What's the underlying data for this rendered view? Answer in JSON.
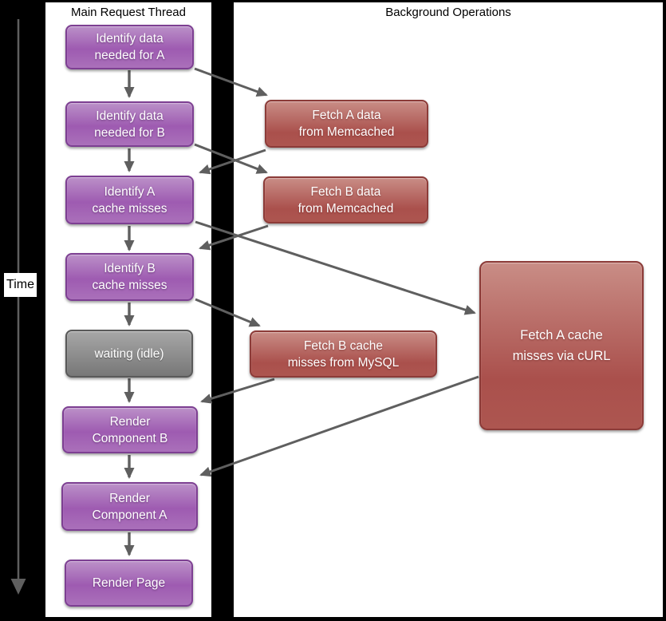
{
  "columns": {
    "left_title": "Main Request Thread",
    "right_title": "Background Operations"
  },
  "time_axis": {
    "label": "Time",
    "direction": "down"
  },
  "nodes": {
    "main": [
      {
        "id": "identify-data-a",
        "label": "Identify data\nneeded for A",
        "type": "task"
      },
      {
        "id": "identify-data-b",
        "label": "Identify data\nneeded for B",
        "type": "task"
      },
      {
        "id": "identify-a-cache-misses",
        "label": "Identify A\ncache misses",
        "type": "task"
      },
      {
        "id": "identify-b-cache-misses",
        "label": "Identify B\ncache misses",
        "type": "task"
      },
      {
        "id": "waiting-idle",
        "label": "waiting (idle)",
        "type": "idle"
      },
      {
        "id": "render-component-b",
        "label": "Render\nComponent B",
        "type": "task"
      },
      {
        "id": "render-component-a",
        "label": "Render\nComponent A",
        "type": "task"
      },
      {
        "id": "render-page",
        "label": "Render Page",
        "type": "task"
      }
    ],
    "background": [
      {
        "id": "fetch-a-data",
        "label": "Fetch A data\nfrom Memcached",
        "type": "async-op"
      },
      {
        "id": "fetch-b-data",
        "label": "Fetch B data\nfrom Memcached",
        "type": "async-op"
      },
      {
        "id": "fetch-b-cache-misses",
        "label": "Fetch B cache\nmisses from MySQL",
        "type": "async-op"
      },
      {
        "id": "fetch-a-cache-misses",
        "label": "Fetch A cache\nmisses via cURL",
        "type": "async-op"
      }
    ]
  },
  "edges": [
    {
      "from": "identify-data-a",
      "to": "identify-data-b"
    },
    {
      "from": "identify-data-b",
      "to": "identify-a-cache-misses"
    },
    {
      "from": "identify-a-cache-misses",
      "to": "identify-b-cache-misses"
    },
    {
      "from": "identify-b-cache-misses",
      "to": "waiting-idle"
    },
    {
      "from": "waiting-idle",
      "to": "render-component-b"
    },
    {
      "from": "render-component-b",
      "to": "render-component-a"
    },
    {
      "from": "render-component-a",
      "to": "render-page"
    },
    {
      "from": "identify-data-a",
      "to": "fetch-a-data"
    },
    {
      "from": "identify-data-b",
      "to": "fetch-b-data"
    },
    {
      "from": "fetch-a-data",
      "to": "identify-a-cache-misses"
    },
    {
      "from": "fetch-b-data",
      "to": "identify-b-cache-misses"
    },
    {
      "from": "identify-a-cache-misses",
      "to": "fetch-a-cache-misses"
    },
    {
      "from": "identify-b-cache-misses",
      "to": "fetch-b-cache-misses"
    },
    {
      "from": "fetch-b-cache-misses",
      "to": "render-component-b"
    },
    {
      "from": "fetch-a-cache-misses",
      "to": "render-component-a"
    }
  ],
  "colors": {
    "background": "#000000",
    "panel": "#ffffff",
    "task_purple": "#9e5bb1",
    "task_purple_border": "#7d3f92",
    "async_red": "#aa504c",
    "async_red_border": "#8c3b38",
    "idle_gray": "#8a8a8a",
    "idle_gray_border": "#595959",
    "arrow": "#5f5f5f",
    "text_on_node": "#ffffff",
    "header_text": "#000000"
  }
}
